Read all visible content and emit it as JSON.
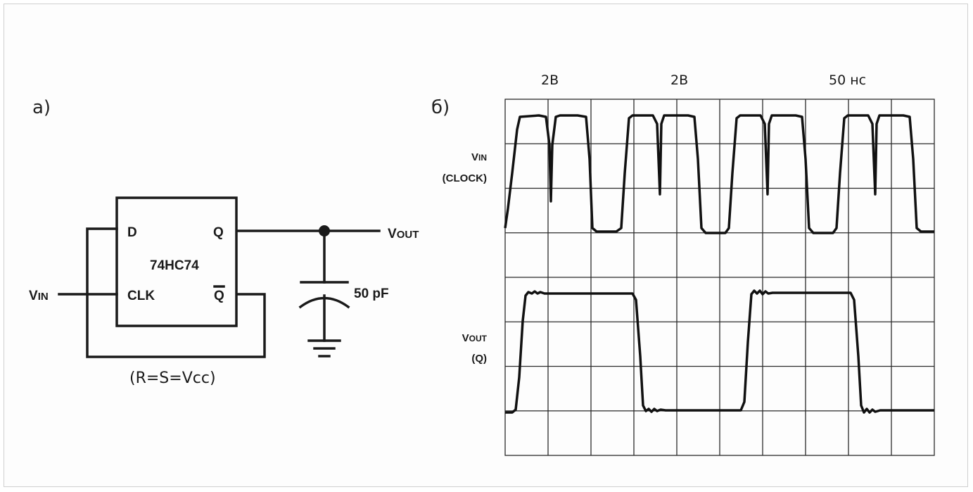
{
  "panels": {
    "a_label": "а)",
    "b_label": "б)"
  },
  "circuit": {
    "chip_name": "74HC74",
    "pin_d": "D",
    "pin_q": "Q",
    "pin_clk": "CLK",
    "pin_qbar": "Q",
    "vin_main": "V",
    "vin_sub": "IN",
    "vout_main": "V",
    "vout_sub": "OUT",
    "capacitor_value": "50 pF",
    "caption": "(R=S=Vcc)"
  },
  "oscillogram": {
    "scale_ch1": "2В",
    "scale_ch2": "2В",
    "scale_time": "50 нс",
    "ch1_label_main": "V",
    "ch1_label_sub": "IN",
    "ch1_label_name": "(CLOCK)",
    "ch2_label_main": "V",
    "ch2_label_sub": "OUT",
    "ch2_label_name": "(Q)",
    "grid_columns": 10,
    "grid_rows": 8
  },
  "colors": {
    "ink": "#1a1a1a",
    "border": "#cfcfcf",
    "background": "#fdfdfd"
  }
}
